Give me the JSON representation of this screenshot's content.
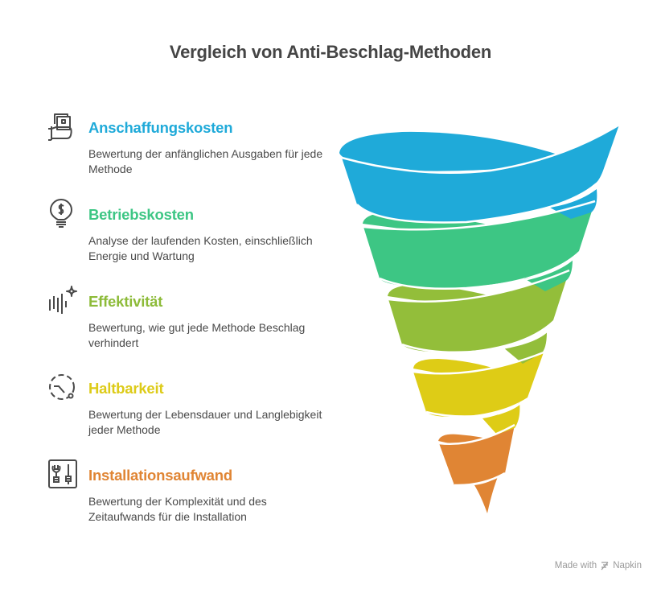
{
  "title": "Vergleich von Anti-Beschlag-Methoden",
  "items": [
    {
      "heading": "Anschaffungskosten",
      "description": "Bewertung der anfänglichen Ausgaben für jede Methode",
      "color": "#1FAAD9",
      "icon": "hand-holding-money-icon"
    },
    {
      "heading": "Betriebskosten",
      "description": "Analyse der laufenden Kosten, einschließlich Energie und Wartung",
      "color": "#3DC684",
      "icon": "lightbulb-dollar-icon"
    },
    {
      "heading": "Effektivität",
      "description": "Bewertung, wie gut jede Methode Beschlag verhindert",
      "color": "#8DBB39",
      "icon": "sound-bars-sparkle-icon"
    },
    {
      "heading": "Haltbarkeit",
      "description": "Bewertung der Lebensdauer und Langlebigkeit jeder Methode",
      "color": "#DDCB18",
      "icon": "dashed-clock-icon"
    },
    {
      "heading": "Installationsaufwand",
      "description": "Bewertung der Komplexität und des Zeitaufwands für die Installation",
      "color": "#E08534",
      "icon": "tools-box-icon"
    }
  ],
  "funnel": {
    "layers": [
      {
        "label": "Anschaffungskosten",
        "color": "#1FAAD9"
      },
      {
        "label": "Betriebskosten",
        "color": "#3DC684"
      },
      {
        "label": "Effektivität",
        "color": "#93BE3A"
      },
      {
        "label": "Haltbarkeit",
        "color": "#DECC16"
      },
      {
        "label": "Installationsaufwand",
        "color": "#E08534"
      }
    ]
  },
  "footer": {
    "made_with": "Made with",
    "brand": "Napkin"
  }
}
